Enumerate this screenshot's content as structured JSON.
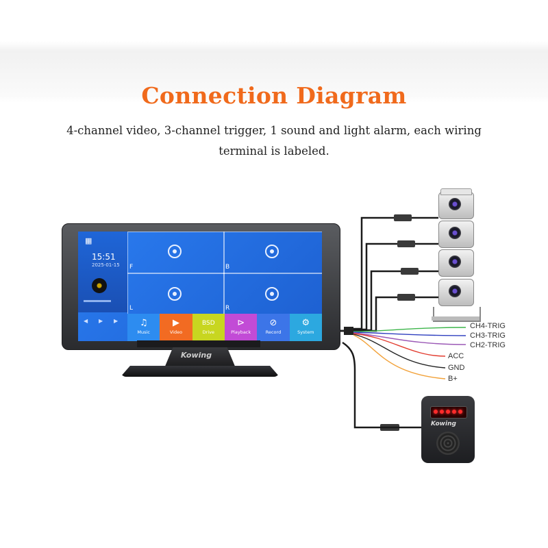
{
  "header": {
    "title": "Connection Diagram",
    "subtitle_line1": "4-channel video, 3-channel trigger, 1 sound and light alarm, each wiring",
    "subtitle_line2": "terminal is labeled."
  },
  "monitor_screen": {
    "time": "15:51",
    "date": "2025-01-15",
    "quadrants": [
      "F",
      "B",
      "L",
      "R"
    ],
    "apps": [
      {
        "label": "Music",
        "icon": "music-icon",
        "color": "#2d8cf0"
      },
      {
        "label": "Video",
        "icon": "play-icon",
        "color": "#f26b22"
      },
      {
        "label": "Drive",
        "icon": "bsd-icon",
        "badge": "BSD",
        "color": "#c8d620"
      },
      {
        "label": "Playback",
        "icon": "playback-icon",
        "color": "#c24bd6"
      },
      {
        "label": "Record",
        "icon": "record-icon",
        "color": "#3c75e8"
      },
      {
        "label": "System",
        "icon": "gear-icon",
        "color": "#2ca8e0"
      }
    ],
    "brand": "Kowing"
  },
  "wire_labels": [
    "CH4-TRIG",
    "CH3-TRIG",
    "CH2-TRIG",
    "ACC",
    "GND",
    "B+"
  ],
  "wire_colors": {
    "CH4-TRIG": "#3cb54a",
    "CH3-TRIG": "#2e3fbf",
    "CH2-TRIG": "#9b59b6",
    "ACC": "#e23b2e",
    "GND": "#222222",
    "B+": "#f2a23a"
  },
  "alarm": {
    "brand": "Kowing",
    "led_color": "#ff2b2b"
  },
  "colors": {
    "title": "#f06a1c"
  }
}
